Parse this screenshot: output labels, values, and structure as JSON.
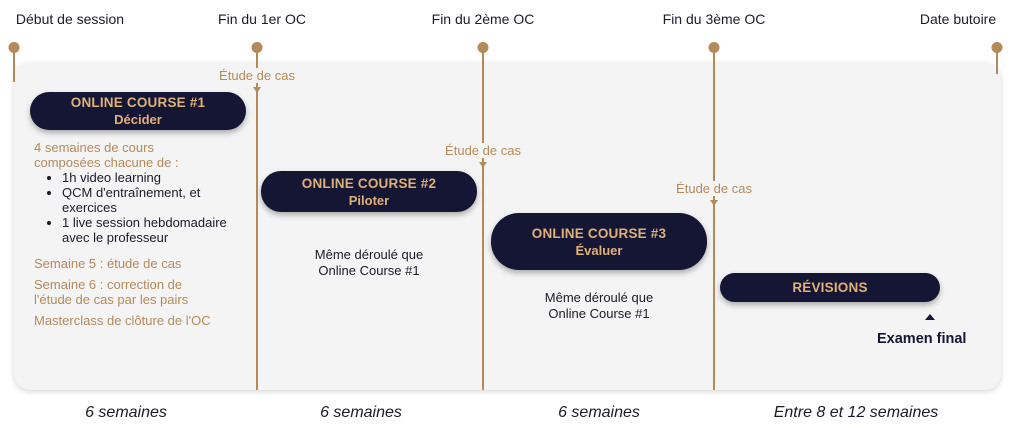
{
  "milestones": [
    "Début de session",
    "Fin du 1er OC",
    "Fin du 2ème OC",
    "Fin du 3ème OC",
    "Date butoire"
  ],
  "case_study_label": "Étude de cas",
  "courses": [
    {
      "title": "ONLINE COURSE #1",
      "subtitle": "Décider"
    },
    {
      "title": "ONLINE COURSE #2",
      "subtitle": "Piloter"
    },
    {
      "title": "ONLINE COURSE #3",
      "subtitle": "Évaluer"
    },
    {
      "title": "RÉVISIONS",
      "subtitle": ""
    }
  ],
  "course1_details": {
    "intro_line1": "4 semaines de cours",
    "intro_line2": "composées chacune de :",
    "bullets": [
      "1h video learning",
      "QCM d'entraînement, et exercices",
      "1 live session hebdomadaire avec le professeur"
    ],
    "week5": "Semaine 5 : étude de cas",
    "week6": "Semaine 6 : correction de l'étude de cas par les pairs",
    "masterclass": "Masterclass de clôture de l'OC"
  },
  "same_flow_line1": "Même déroulé que",
  "same_flow_line2": "Online Course #1",
  "final_exam": "Examen final",
  "durations": [
    "6 semaines",
    "6 semaines",
    "6 semaines",
    "Entre 8 et 12 semaines"
  ],
  "colors": {
    "navy": "#141633",
    "gold": "#b58a5a",
    "gold_text": "#e0b07a",
    "panel": "#f4f4f4"
  }
}
